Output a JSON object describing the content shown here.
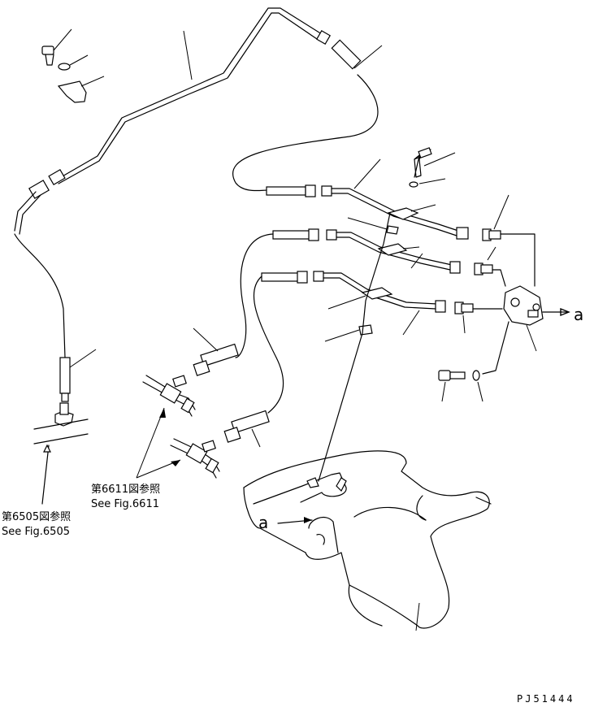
{
  "refs": {
    "fig_6611_jp": "第6611図参照",
    "fig_6611_en": "See Fig.6611",
    "fig_6505_jp": "第6505図参照",
    "fig_6505_en": "See Fig.6505"
  },
  "connection_labels": {
    "right": "a",
    "left": "a"
  },
  "drawing_code": "PJ51444"
}
